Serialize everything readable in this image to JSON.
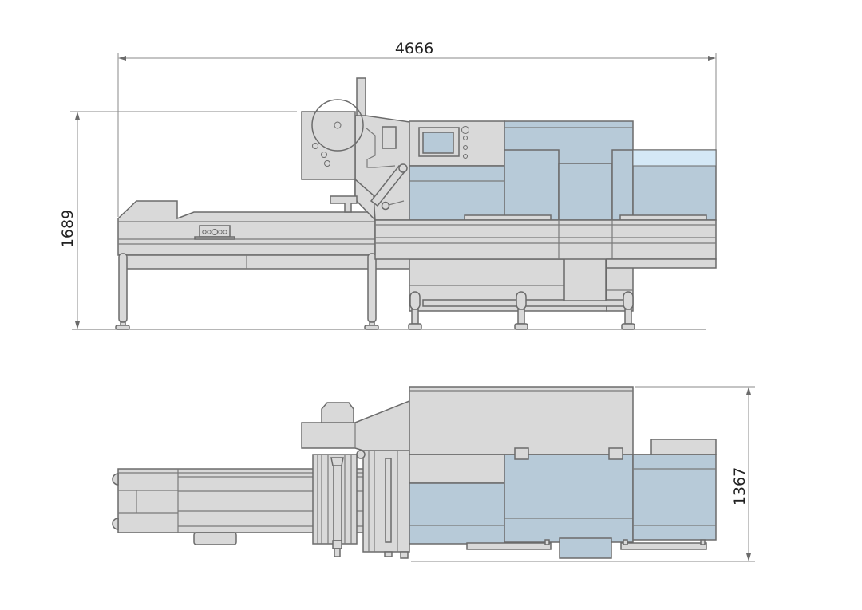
{
  "drawing": {
    "overall_length": "4666",
    "overall_height": "1689",
    "overall_width": "1367"
  },
  "colors": {
    "body": "#d9d9d9",
    "panel": "#b7cad8",
    "panel_light": "#d4e8f6",
    "outline": "#6b6b6b"
  }
}
